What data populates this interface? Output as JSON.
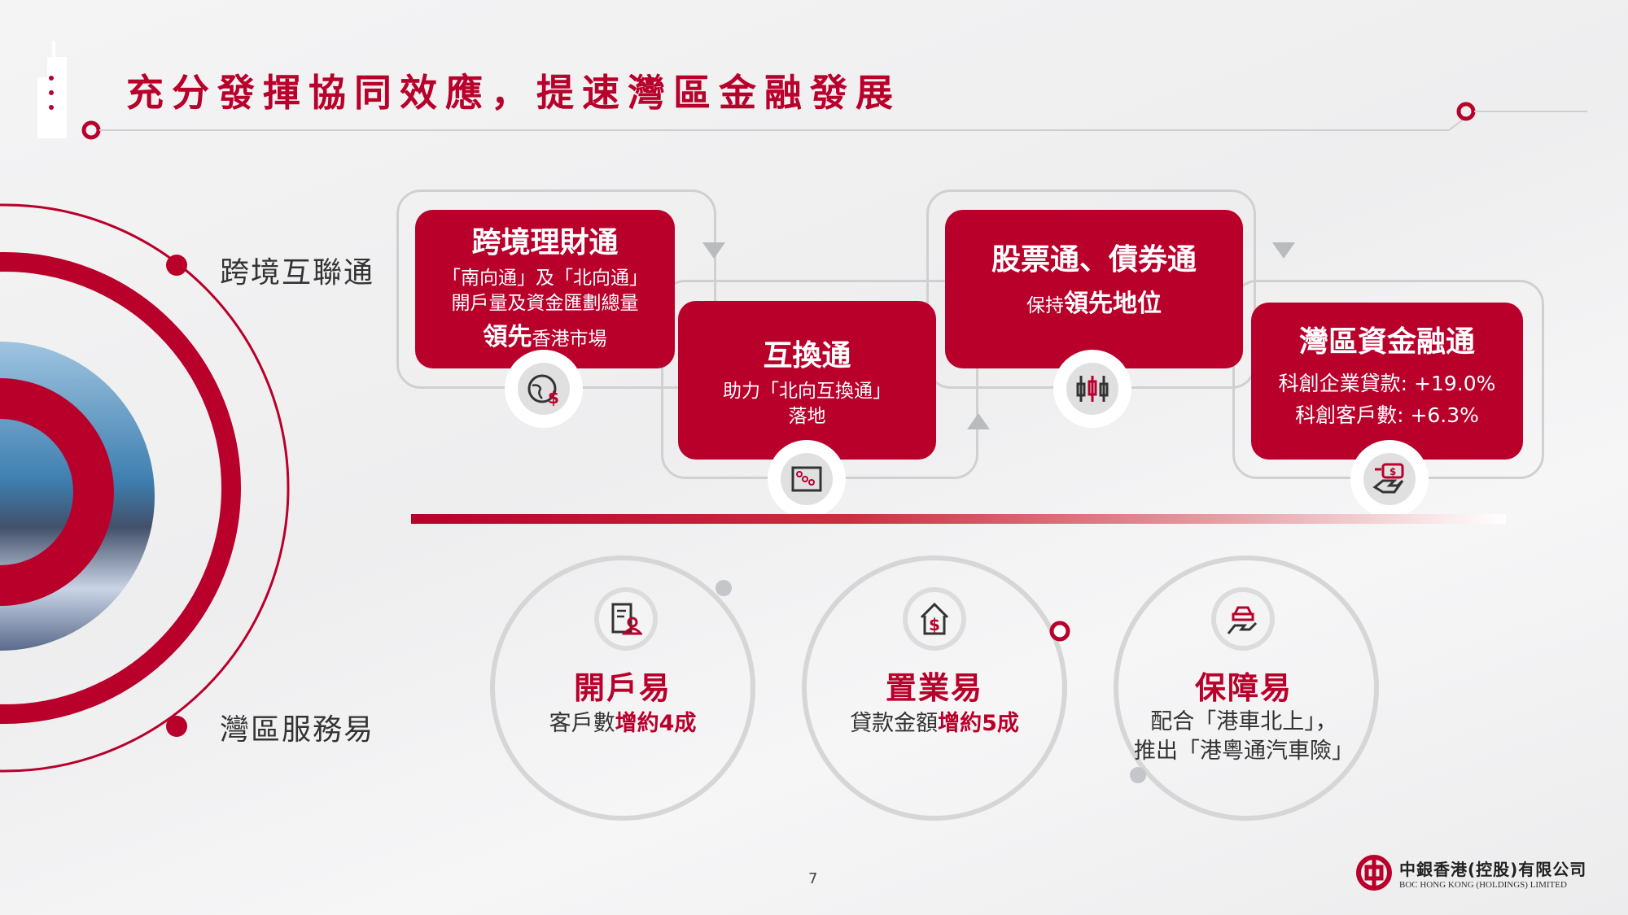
{
  "header": {
    "title": "充分發揮協同效應，提速灣區金融發展"
  },
  "sections": {
    "cross_border": "跨境互聯通",
    "bay_services": "灣區服務易"
  },
  "cards": [
    {
      "title": "跨境理財通",
      "lines": [
        "「南向通」及「北向通」",
        "開戶量及資金匯劃總量"
      ],
      "bold": "領先",
      "tail": "香港市場",
      "icon": "globe-dollar-icon"
    },
    {
      "title": "互換通",
      "lines": [
        "助力「北向互換通」",
        "落地"
      ],
      "icon": "swap-chart-icon"
    },
    {
      "title": "股票通、債券通",
      "prefix": "保持",
      "bold": "領先地位",
      "icon": "candlestick-icon"
    },
    {
      "title": "灣區資金融通",
      "lines": [
        "科創企業貸款: +19.0%",
        "科創客戶數: +6.3%"
      ],
      "icon": "hand-money-icon"
    }
  ],
  "services": [
    {
      "title": "開戶易",
      "text": "客戶數",
      "highlight": "增約4成",
      "icon": "account-document-icon"
    },
    {
      "title": "置業易",
      "text": "貸款金額",
      "highlight": "增約5成",
      "icon": "house-dollar-icon"
    },
    {
      "title": "保障易",
      "lines": [
        "配合「港車北上」，",
        "推出「港粵通汽車險」"
      ],
      "icon": "car-insurance-icon"
    }
  ],
  "footer": {
    "page": "7",
    "logo_cn": "中銀香港(控股)有限公司",
    "logo_en": "BOC HONG KONG (HOLDINGS) LIMITED"
  },
  "colors": {
    "brand": "#b8002b",
    "gray": "#d0d0d0"
  }
}
